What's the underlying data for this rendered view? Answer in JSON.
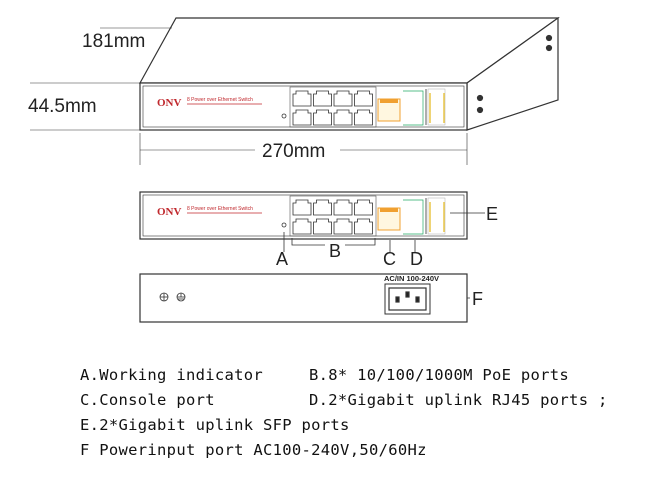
{
  "dimensions": {
    "depth": "181mm",
    "height": "44.5mm",
    "width": "270mm"
  },
  "logo": {
    "brand": "ONV",
    "tagline": "8 Power over Ethernet Switch"
  },
  "callouts": {
    "a": "A",
    "b": "B",
    "c": "C",
    "d": "D",
    "e": "E",
    "f": "F"
  },
  "back_panel": {
    "power_label": "AC/IN  100-240V"
  },
  "legend": [
    {
      "text": "A.Working indicator"
    },
    {
      "text": "B.8* 10/100/1000M PoE ports"
    },
    {
      "text": "C.Console port"
    },
    {
      "text": "D.2*Gigabit uplink RJ45 ports ;"
    },
    {
      "text": "E.2*Gigabit uplink SFP ports"
    },
    {
      "text": "F Powerinput port AC100-240V,50/60Hz"
    }
  ],
  "colors": {
    "brand": "#c0282d",
    "sfp": "#e8c23a",
    "console": "#f0a030"
  }
}
